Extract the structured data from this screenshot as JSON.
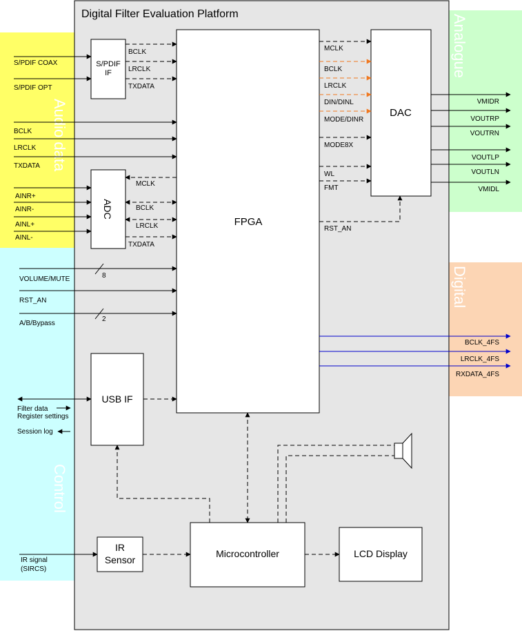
{
  "colors": {
    "audio_zone": "#ffff66",
    "control_zone": "#ccffff",
    "analogue_zone": "#ccffcc",
    "digital_zone": "#fcd5b4",
    "platform_bg": "#e6e6e6",
    "orange_signal": "#f07820",
    "blue_signal": "#0000cc"
  },
  "title": "Digital Filter Evaluation Platform",
  "zones": {
    "audio": "Audio data",
    "control": "Control",
    "analogue": "Analogue",
    "digital": "Digital"
  },
  "blocks": {
    "spdif_line1": "S/PDIF",
    "spdif_line2": "IF",
    "adc": "ADC",
    "fpga": "FPGA",
    "dac": "DAC",
    "usb": "USB IF",
    "ir_line1": "IR",
    "ir_line2": "Sensor",
    "mcu": "Microcontroller",
    "lcd": "LCD Display"
  },
  "signals": {
    "spdif_coax": "S/PDIF COAX",
    "spdif_opt": "S/PDIF OPT",
    "spdif_bclk": "BCLK",
    "spdif_lrclk": "LRCLK",
    "spdif_txdata": "TXDATA",
    "in_bclk": "BCLK",
    "in_lrclk": "LRCLK",
    "in_txdata": "TXDATA",
    "ainr_p": "AINR+",
    "ainr_n": "AINR-",
    "ainl_p": "AINL+",
    "ainl_n": "AINL-",
    "adc_mclk": "MCLK",
    "adc_bclk": "BCLK",
    "adc_lrclk": "LRCLK",
    "adc_txdata": "TXDATA",
    "volume": "VOLUME/MUTE",
    "volume_width": "8",
    "rst_an_in": "RST_AN",
    "ab_bypass": "A/B/Bypass",
    "ab_width": "2",
    "filter_data": "Filter data",
    "register_settings": "Register settings",
    "session_log": "Session log",
    "ir_signal": "IR signal",
    "sircs": "(SIRCS)",
    "dac_mclk": "MCLK",
    "dac_bclk": "BCLK",
    "dac_lrclk": "LRCLK",
    "din": "DIN/DINL",
    "mode": "MODE/DINR",
    "mode8x": "MODE8X",
    "wl": "WL",
    "fmt": "FMT",
    "rst_an_out": "RST_AN",
    "vmidr": "VMIDR",
    "voutrp": "VOUTRP",
    "voutrn": "VOUTRN",
    "voutlp": "VOUTLP",
    "voutln": "VOUTLN",
    "vmidl": "VMIDL",
    "bclk_4fs": "BCLK_4FS",
    "lrclk_4fs": "LRCLK_4FS",
    "rxdata_4fs": "RXDATA_4FS"
  }
}
